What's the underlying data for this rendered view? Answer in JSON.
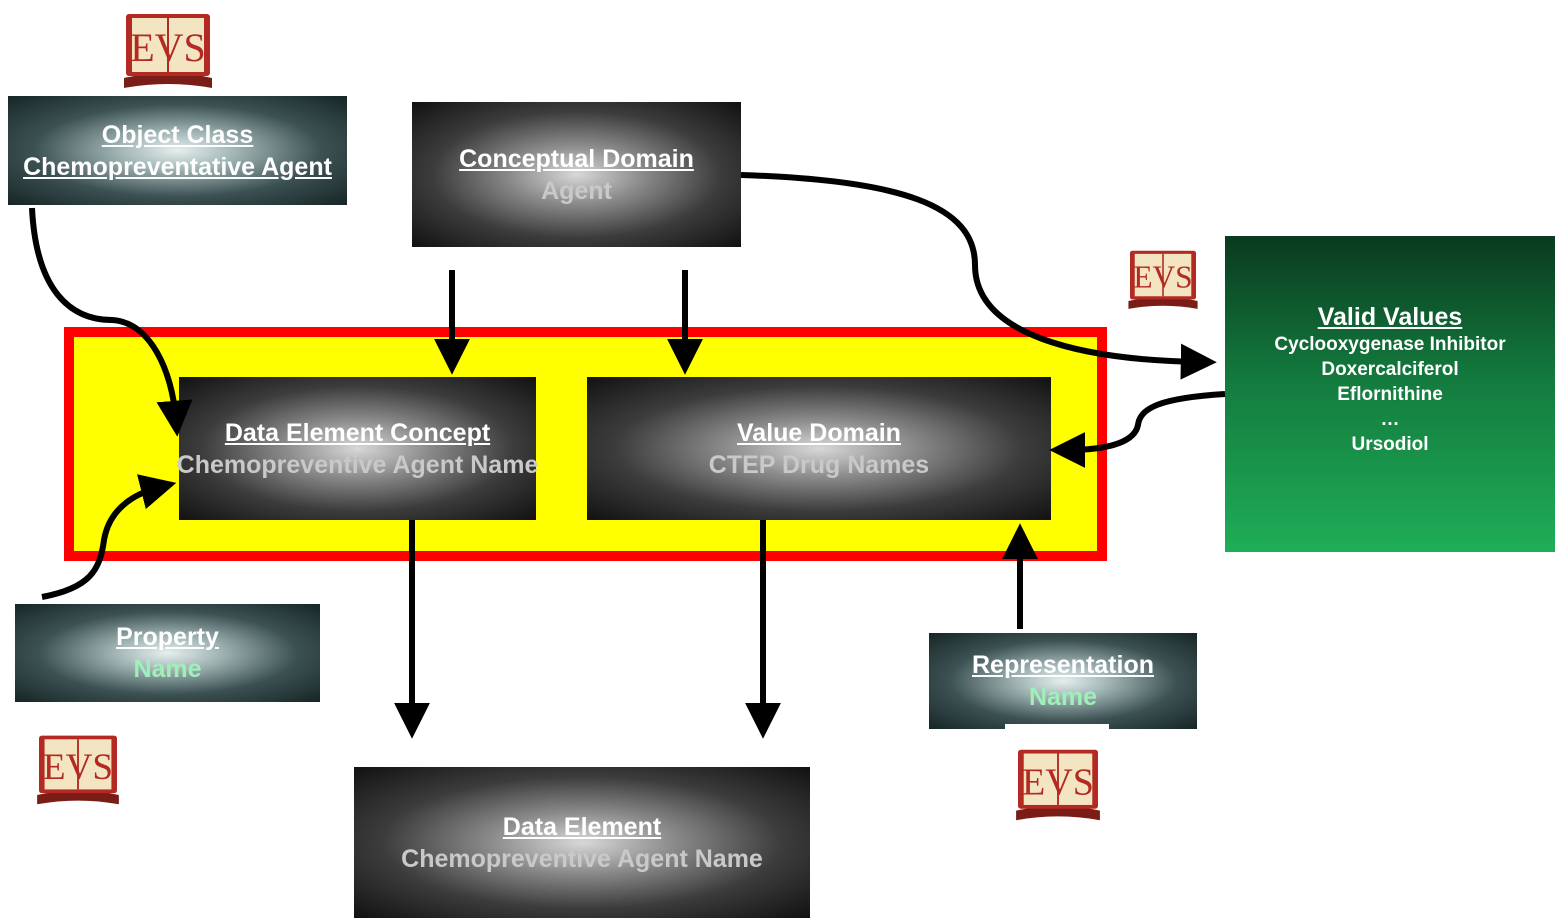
{
  "object_class": {
    "title": "Object Class",
    "subtitle": "Chemopreventative Agent"
  },
  "conceptual_domain": {
    "title": "Conceptual Domain",
    "subtitle": "Agent"
  },
  "data_element_concept": {
    "title": "Data Element Concept",
    "subtitle": "Chemopreventive Agent Name"
  },
  "value_domain": {
    "title": "Value Domain",
    "subtitle": "CTEP Drug Names"
  },
  "valid_values": {
    "title": "Valid Values",
    "items": [
      "Cyclooxygenase Inhibitor",
      "Doxercalciferol",
      "Eflornithine",
      "…",
      "Ursodiol"
    ]
  },
  "property": {
    "title": "Property",
    "subtitle": "Name"
  },
  "representation": {
    "title": "Representation",
    "subtitle": "Name"
  },
  "data_element": {
    "title": "Data Element",
    "subtitle": "Chemopreventive Agent Name"
  },
  "evs_logo_text": "EVS",
  "colors": {
    "frame_red": "#ff0000",
    "frame_yellow": "#ffff00",
    "valid_values_green": "#1a9a4e",
    "logo_red": "#b22a22"
  }
}
